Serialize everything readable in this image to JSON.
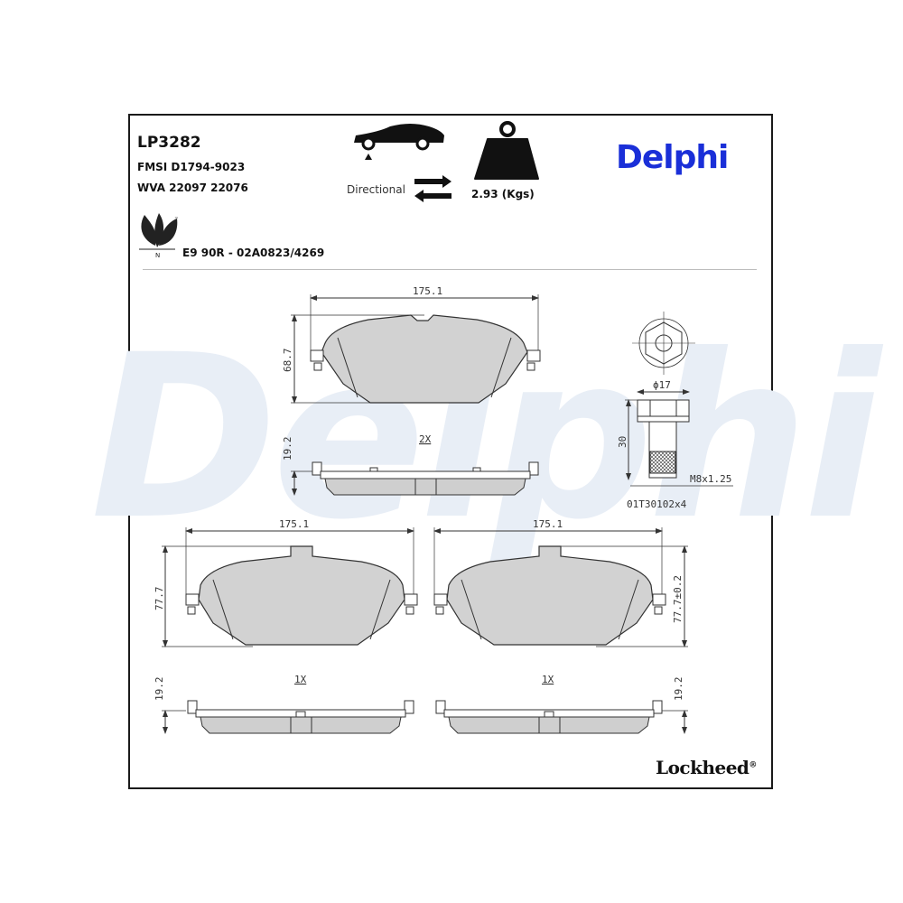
{
  "product": {
    "code": "LP3282",
    "fmsi": "FMSI D1794-9023",
    "wva": "WVA 22097 22076",
    "ece_approval": "E9 90R - 02A0823/4269",
    "eco_mark_letter": "N",
    "eco_mark_tm": "™",
    "direction_label": "Directional",
    "weight_label": "2.93 (Kgs)"
  },
  "branding": {
    "brand_name": "Delphi",
    "brand_color": "#1a2fd8",
    "watermark_text": "Delphi",
    "footer_brand": "Lockheed",
    "footer_mark": "®"
  },
  "icons": {
    "car": "car-icon",
    "arrows": "directional-arrows-icon",
    "weight": "weight-icon",
    "eco": "leaf-icon"
  },
  "drawings": {
    "inner_pad": {
      "width": "175.1",
      "height": "68.7",
      "thickness": "19.2",
      "quantity": "2X"
    },
    "outer_pad_left": {
      "width": "175.1",
      "height": "77.7",
      "thickness": "19.2",
      "quantity": "1X"
    },
    "outer_pad_right": {
      "width": "175.1",
      "height": "77.7±0.2",
      "thickness": "19.2",
      "quantity": "1X"
    },
    "bolt": {
      "diameter": "ϕ17",
      "length": "30",
      "thread": "M8x1.25",
      "part": "01T30102x4"
    }
  }
}
